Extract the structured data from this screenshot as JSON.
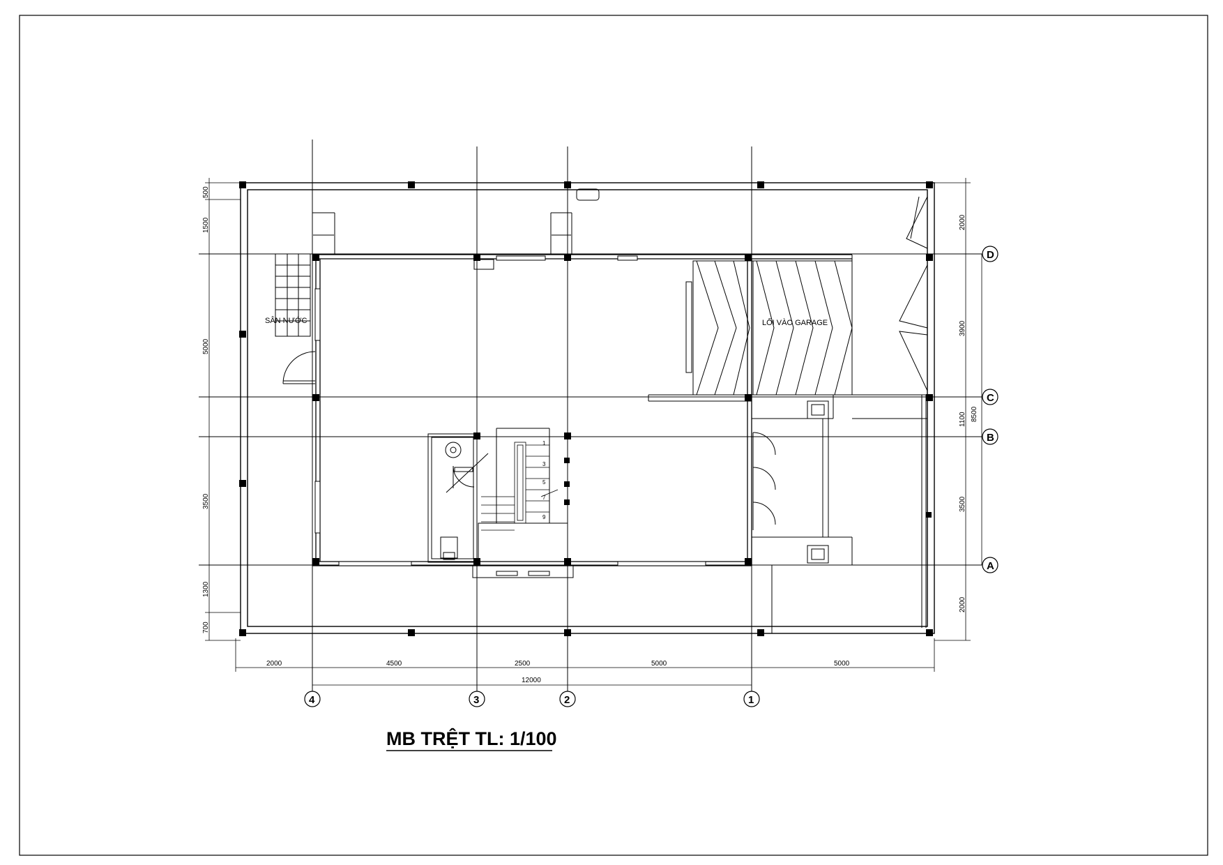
{
  "drawing": {
    "title": "MB TRỆT TL: 1/100",
    "rooms": {
      "san_nuoc": "SÂN NƯỚC",
      "loi_vao_garage": "LỐI VÀO GARAGE"
    },
    "stair_numbers": [
      "1",
      "3",
      "5",
      "7",
      "9"
    ],
    "grid_axes": {
      "vertical": [
        "4",
        "3",
        "2",
        "1"
      ],
      "horizontal": [
        "D",
        "C",
        "B",
        "A"
      ]
    },
    "dimensions": {
      "bottom": [
        "2000",
        "4500",
        "2500",
        "5000",
        "5000"
      ],
      "bottom_total": "12000",
      "left": [
        "500",
        "1500",
        "5000",
        "3500",
        "1300",
        "700"
      ],
      "right": [
        "2000",
        "3900",
        "1100",
        "3500",
        "2000"
      ],
      "right_total": "8500"
    }
  }
}
